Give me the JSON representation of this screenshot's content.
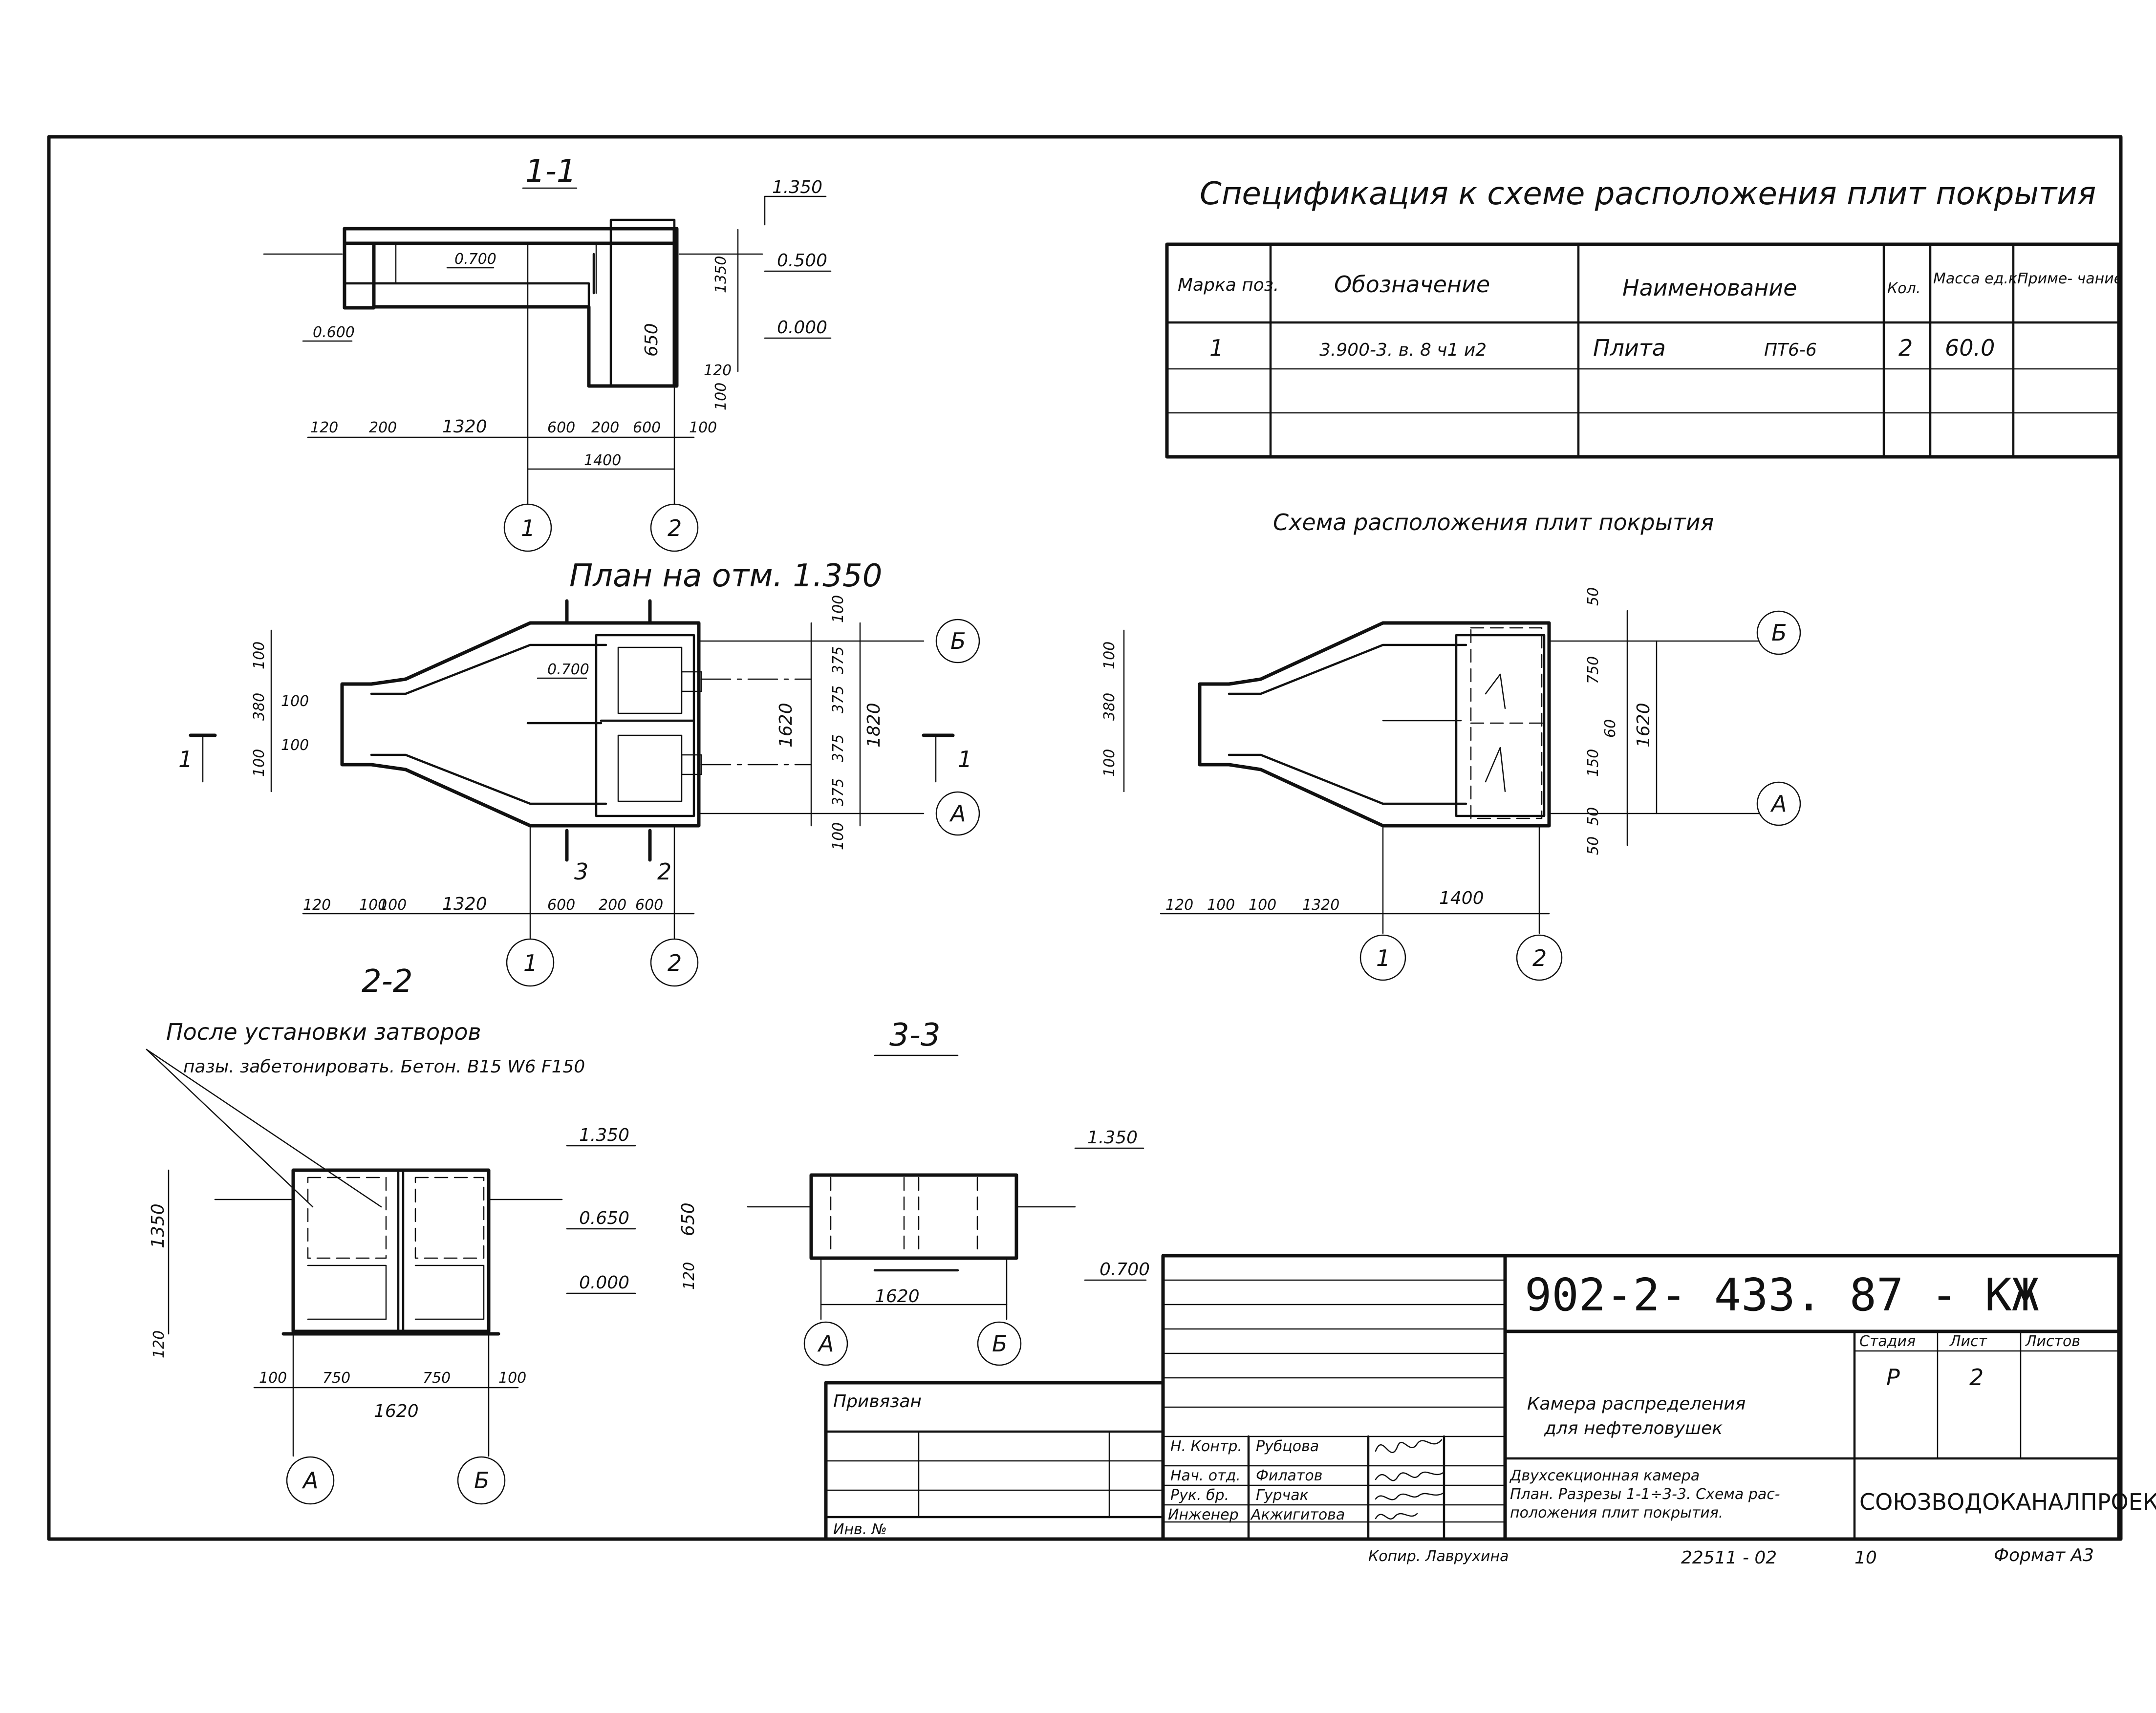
{
  "sections": {
    "s11": "1-1",
    "s22": "2-2",
    "s33": "3-3",
    "plan": "План на отм. 1.350",
    "scheme": "Схема расположения плит покрытия"
  },
  "spec": {
    "title": "Спецификация к схеме расположения плит покрытия",
    "headers": [
      "Марка поз.",
      "Обозначение",
      "Наименование",
      "Кол.",
      "Масса ед.кг",
      "Приме- чание"
    ],
    "rows": [
      [
        "1",
        "3.900-3. в. 8 ч1 и2",
        "Плита",
        "ПТ6-6",
        "2",
        "60.0",
        ""
      ],
      [
        "",
        "",
        "",
        "",
        "",
        "",
        ""
      ],
      [
        "",
        "",
        "",
        "",
        "",
        "",
        ""
      ]
    ]
  },
  "marks": {
    "e1350": "1.350",
    "e0500": "0.500",
    "e0000": "0.000",
    "e0700": "0.700",
    "e0600": "0.600",
    "e0650": "0.650",
    "d1350": "1350",
    "d650": "650",
    "d120": "120",
    "d100": "100",
    "d200": "200",
    "d1320": "1320",
    "d600": "600",
    "d1400": "1400",
    "d1620": "1620",
    "d1820": "1820",
    "d375": "375",
    "d380": "380",
    "d750": "750",
    "d150": "150",
    "d60": "60",
    "d50": "50",
    "d650b": "650",
    "axis1": "1",
    "axis2": "2",
    "axisA": "А",
    "axisB": "Б"
  },
  "notes": {
    "line1": "После установки затворов",
    "line2": "пазы. забетонировать. Бетон. В15 W6 F150"
  },
  "title_block": {
    "code": "902-2- 433. 87 - КЖ",
    "privyazan": "Привязан",
    "inv": "Инв. №",
    "name1": "Камера распределения",
    "name2": "для нефтеловушек",
    "sheet_desc1": "Двухсекционная камера",
    "sheet_desc2": "План. Разрезы 1-1÷3-3. Схема рас-",
    "sheet_desc3": "положения плит покрытия.",
    "stage_h": "Стадия",
    "list_h": "Лист",
    "lists_h": "Листов",
    "stage": "Р",
    "list": "2",
    "org": "СОЮЗВОДОКАНАЛПРОЕКТ",
    "roles": [
      "Н. Контр.",
      "Нач. отд.",
      "Рук. бр.",
      "Инженер"
    ],
    "names": [
      "Рубцова",
      "Филатов",
      "Гурчак",
      "Акжигитова"
    ],
    "copy": "Копир. Лаврухина",
    "order": "22511 - 02",
    "page": "10",
    "format": "Формат А3"
  }
}
